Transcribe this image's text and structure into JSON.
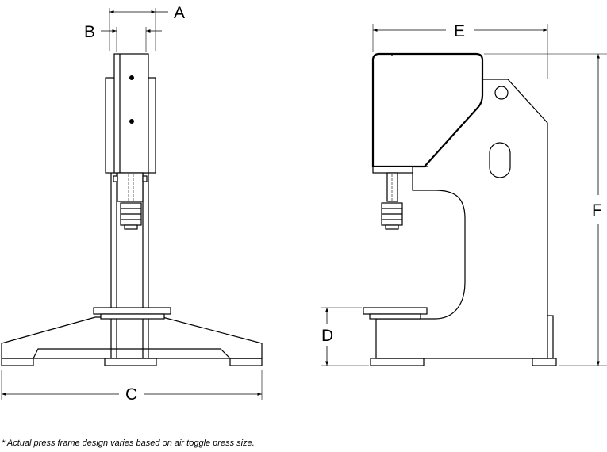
{
  "dimension_labels": {
    "a": "A",
    "b": "B",
    "c": "C",
    "d": "D",
    "e": "E",
    "f": "F"
  },
  "footnote": "* Actual press frame design varies based on air toggle press size."
}
